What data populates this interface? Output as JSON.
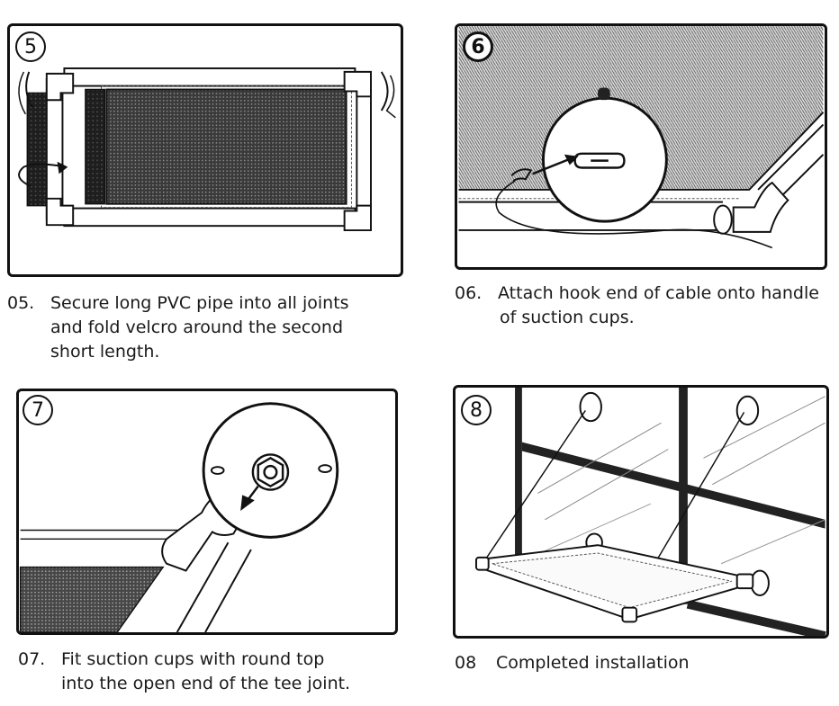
{
  "colors": {
    "ink": "#111111",
    "mesh": "#2b2b2b",
    "paper": "#ffffff",
    "shade": "#f1f1f1"
  },
  "steps": [
    {
      "badge": "5",
      "number": "05.",
      "lines": [
        "Secure long PVC pipe into all joints",
        "and fold velcro around the second",
        "short length."
      ]
    },
    {
      "badge": "6",
      "number": "06.",
      "lines": [
        "Attach hook end of cable onto handle",
        "of suction cups."
      ]
    },
    {
      "badge": "7",
      "number": "07.",
      "lines": [
        "Fit suction cups with round top",
        "into the open end of the tee joint."
      ]
    },
    {
      "badge": "8",
      "number": "08",
      "lines": [
        "Completed installation"
      ]
    }
  ]
}
